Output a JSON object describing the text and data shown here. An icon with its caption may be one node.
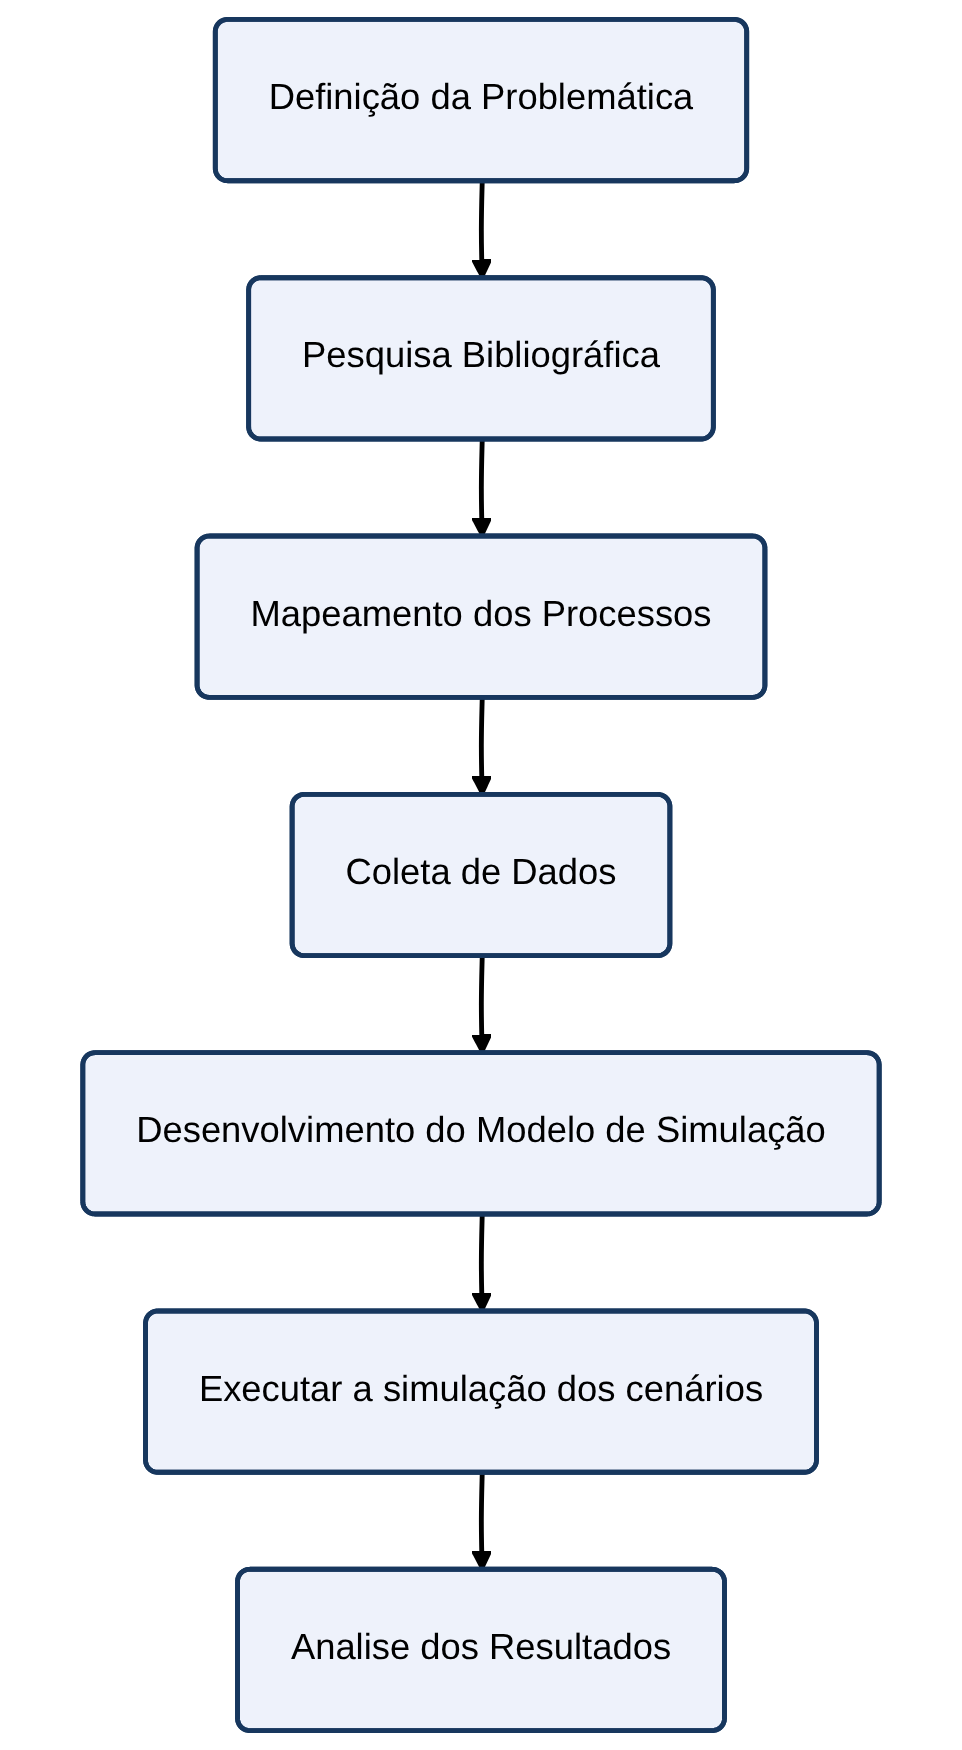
{
  "diagram": {
    "nodes": [
      {
        "text": [
          "Definição da Problemática"
        ]
      },
      {
        "text": [
          "Pesquisa Bibliográfica"
        ]
      },
      {
        "text": [
          "Mapeamento dos Processos"
        ]
      },
      {
        "text": [
          "Coleta de Dados"
        ]
      },
      {
        "text": [
          "Desenvolvimento do Modelo de Simulação"
        ]
      },
      {
        "text": [
          "Executar a simulação dos cenários"
        ]
      },
      {
        "text": [
          "Analise dos Resultados"
        ]
      }
    ],
    "edges": [
      {
        "from": 0,
        "to": 1,
        "arrow": "to"
      },
      {
        "from": 1,
        "to": 2,
        "arrow": "to"
      },
      {
        "from": 2,
        "to": 3,
        "arrow": "to"
      },
      {
        "from": 3,
        "to": 4,
        "arrow": "to"
      },
      {
        "from": 4,
        "to": 5,
        "arrow": "to"
      },
      {
        "from": 5,
        "to": 6,
        "arrow": "to"
      }
    ]
  }
}
